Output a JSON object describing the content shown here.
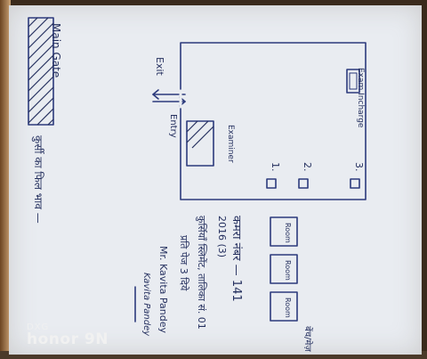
{
  "photo": {
    "main_gate_label": "Main Gate",
    "chair_label": "कुर्सी का फिल भाव —",
    "exam_incharge_label": "Exam Incharge",
    "exit_label": "Exit",
    "entry_label": "Entry",
    "examiner_label": "Examiner",
    "row_labels": [
      "1.",
      "2.",
      "3."
    ],
    "box_label": "Room",
    "room_no_label": "कमरा नंबर — 141",
    "count_label": "2016 (3)",
    "line1": "कुर्सियाँ स्लिमेंट, तालिका सं. 01",
    "line2": "प्रति पेज 3 दिये",
    "line3": "Mr. Kavita Pandey",
    "signature": "Kavita Pandey",
    "right_label": "बेंच/मेज़",
    "ink_color": "#2c3a7c"
  },
  "watermark": {
    "line1": "DXG",
    "line2": "honor 9N"
  }
}
